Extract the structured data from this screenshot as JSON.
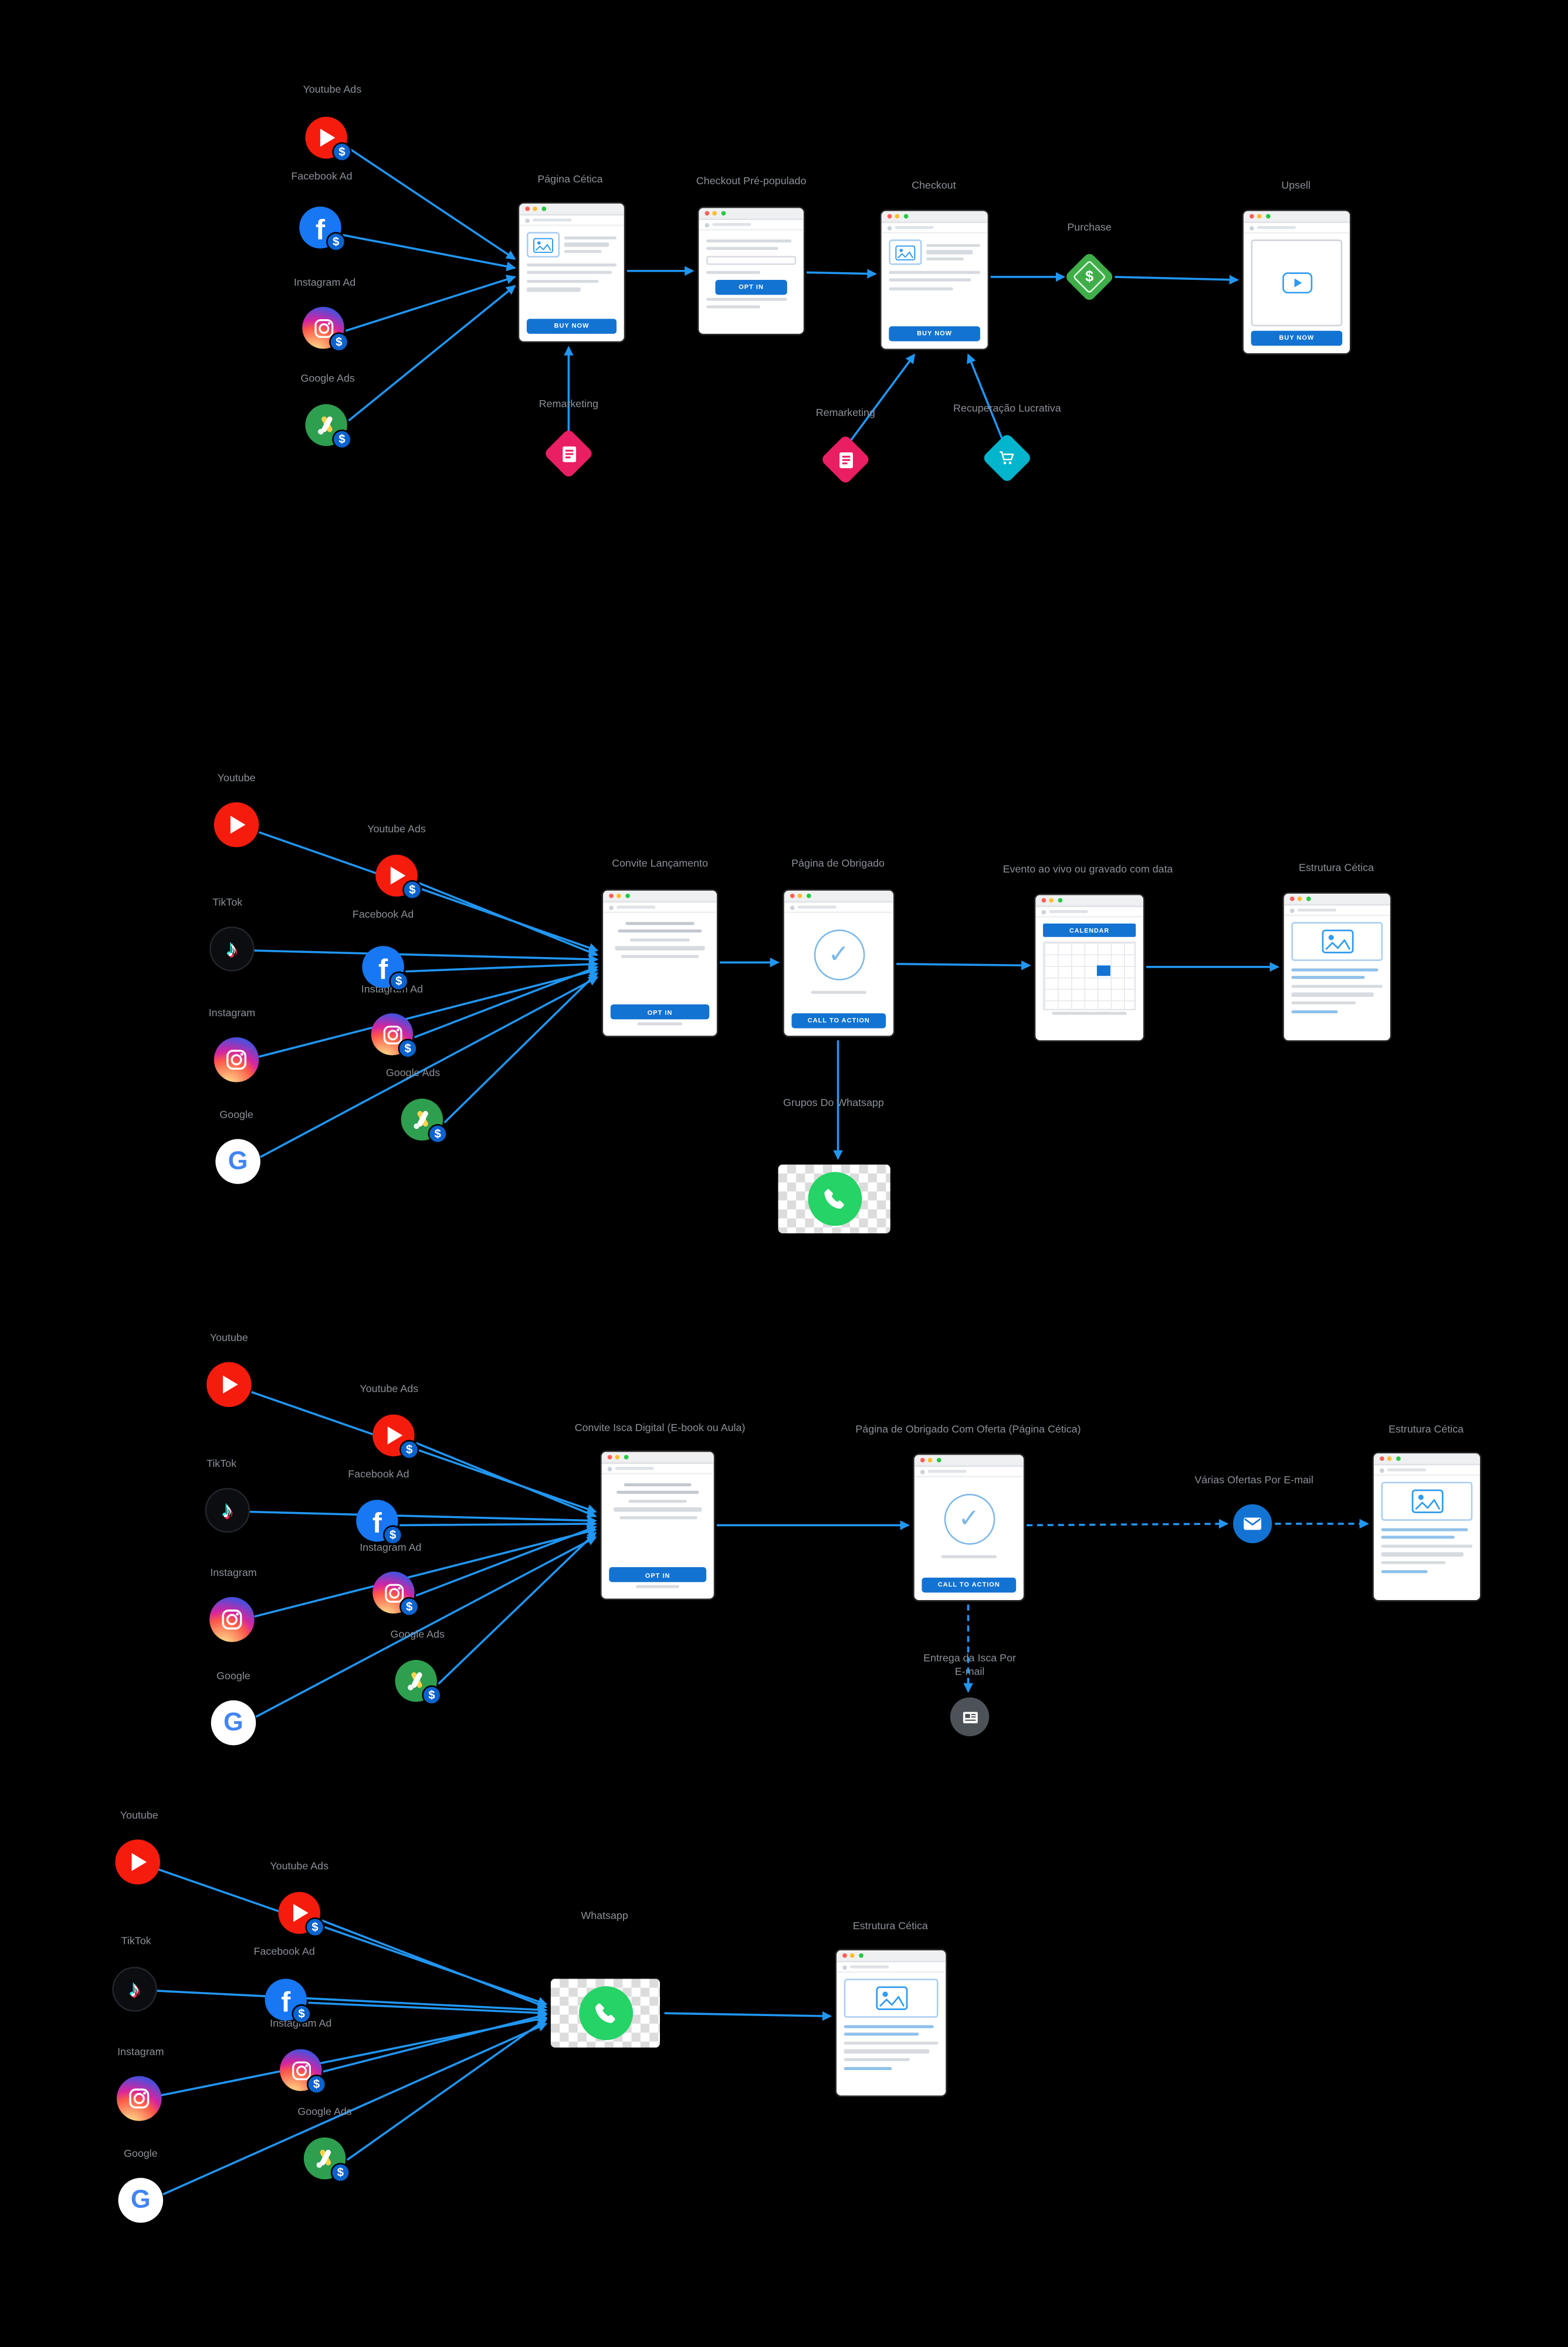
{
  "colors": {
    "background": "#000000",
    "arrow": "#2196f3",
    "label": "#8b9097",
    "button_blue": "#1273d2",
    "purchase_green": "#3fae49",
    "remarketing_pink": "#ea1e63",
    "recovery_cyan": "#00b5cc",
    "whatsapp_green": "#25d366"
  },
  "icons": {
    "dollar_badge": "$",
    "facebook_glyph": "f",
    "google_glyph": "G",
    "tiktok_glyph": "♪",
    "check_glyph": "✓"
  },
  "funnel1": {
    "sources": [
      {
        "label": "Youtube Ads"
      },
      {
        "label": "Facebook Ad"
      },
      {
        "label": "Instagram Ad"
      },
      {
        "label": "Google Ads"
      }
    ],
    "pagina_cetica": {
      "title": "Página Cética",
      "button": "BUY NOW"
    },
    "checkout_pre": {
      "title": "Checkout Pré-populado",
      "button": "OPT IN"
    },
    "checkout": {
      "title": "Checkout",
      "button": "BUY NOW"
    },
    "purchase": {
      "label": "Purchase",
      "symbol": "$"
    },
    "upsell": {
      "title": "Upsell",
      "button": "BUY NOW"
    },
    "remarketing_left": {
      "label": "Remarketing"
    },
    "remarketing_right": {
      "label": "Remarketing"
    },
    "recuperacao": {
      "label": "Recuperação Lucrativa"
    }
  },
  "funnel2": {
    "sources": [
      {
        "label": "Youtube"
      },
      {
        "label": "Youtube Ads"
      },
      {
        "label": "TikTok"
      },
      {
        "label": "Facebook Ad"
      },
      {
        "label": "Instagram"
      },
      {
        "label": "Instagram Ad"
      },
      {
        "label": "Google"
      },
      {
        "label": "Google Ads"
      }
    ],
    "convite": {
      "title": "Convite Lançamento",
      "button": "OPT IN"
    },
    "obrigado": {
      "title": "Página de Obrigado",
      "button": "CALL TO ACTION"
    },
    "evento": {
      "title": "Evento ao vivo ou gravado com data",
      "calendar_header": "CALENDAR"
    },
    "estrutura": {
      "title": "Estrutura Cética"
    },
    "whatsapp": {
      "label": "Grupos Do Whatsapp"
    }
  },
  "funnel3": {
    "sources": [
      {
        "label": "Youtube"
      },
      {
        "label": "Youtube Ads"
      },
      {
        "label": "TikTok"
      },
      {
        "label": "Facebook Ad"
      },
      {
        "label": "Instagram"
      },
      {
        "label": "Instagram Ad"
      },
      {
        "label": "Google"
      },
      {
        "label": "Google Ads"
      }
    ],
    "convite": {
      "title": "Convite Isca Digital (E-book ou Aula)",
      "button": "OPT IN"
    },
    "obrigado": {
      "title": "Página de Obrigado Com Oferta (Página Cética)",
      "button": "CALL TO ACTION"
    },
    "emails": {
      "label": "Várias Ofertas Por E-mail"
    },
    "estrutura": {
      "title": "Estrutura Cética"
    },
    "entrega": {
      "label": "Entrega da Isca Por E-mail"
    }
  },
  "funnel4": {
    "sources": [
      {
        "label": "Youtube"
      },
      {
        "label": "Youtube Ads"
      },
      {
        "label": "TikTok"
      },
      {
        "label": "Facebook Ad"
      },
      {
        "label": "Instagram"
      },
      {
        "label": "Instagram Ad"
      },
      {
        "label": "Google"
      },
      {
        "label": "Google Ads"
      }
    ],
    "whatsapp": {
      "label": "Whatsapp"
    },
    "estrutura": {
      "title": "Estrutura Cética"
    }
  }
}
